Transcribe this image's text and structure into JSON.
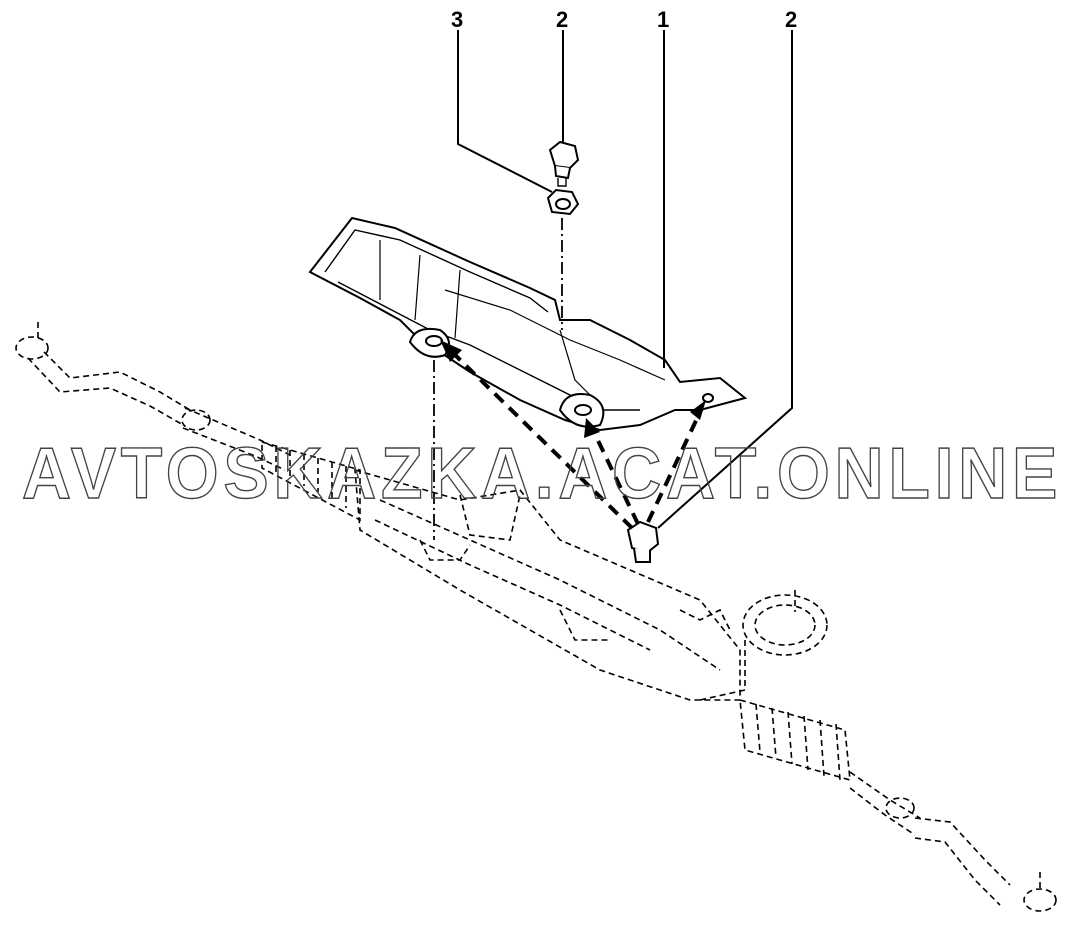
{
  "callouts": {
    "c3": "3",
    "c2a": "2",
    "c1": "1",
    "c2b": "2"
  },
  "watermark": "AVTOSKAZKA.ACAT.ONLINE"
}
